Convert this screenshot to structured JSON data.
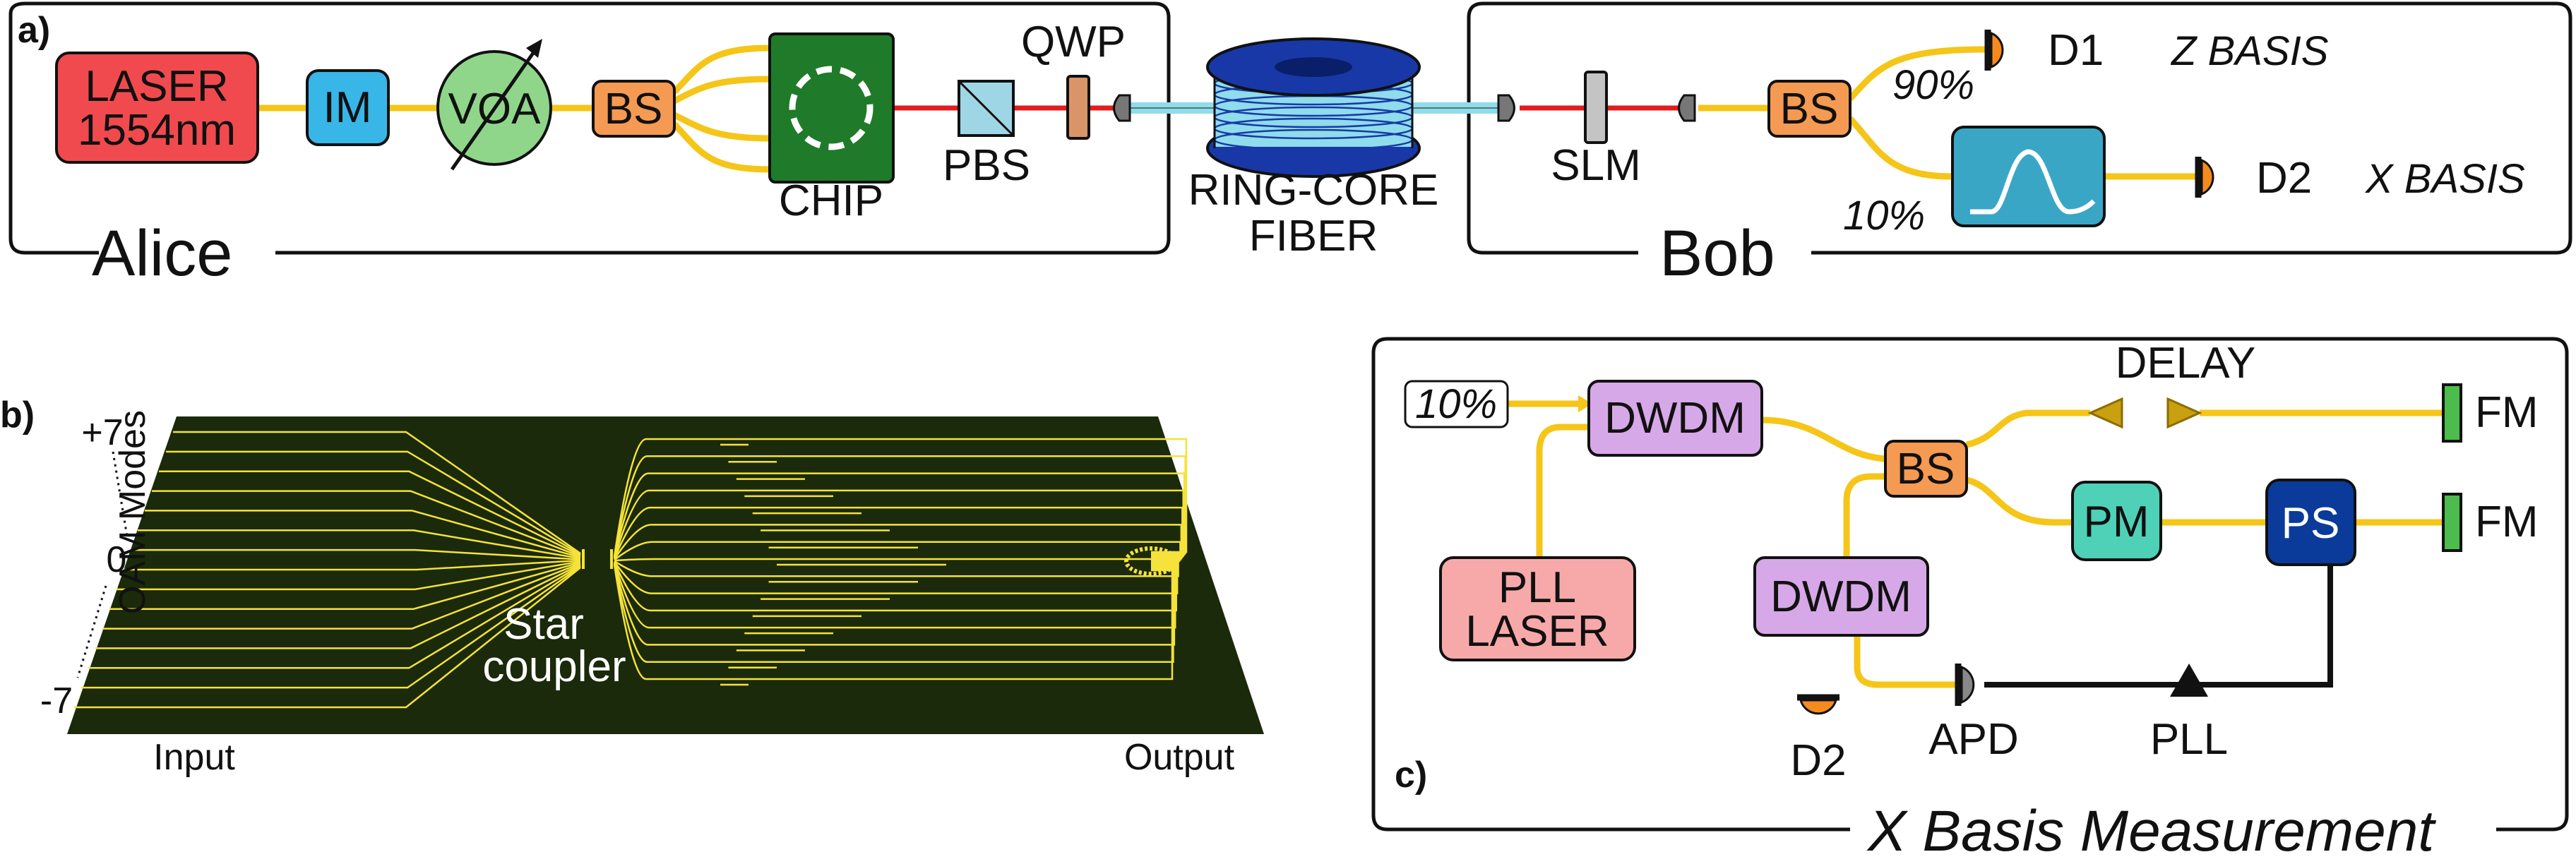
{
  "panels": {
    "a": {
      "tag": "a)",
      "alice": "Alice",
      "bob": "Bob",
      "laser_line1": "LASER",
      "laser_line2": "1554nm",
      "im": "IM",
      "voa": "VOA",
      "bs_alice": "BS",
      "chip": "CHIP",
      "pbs": "PBS",
      "qwp": "QWP",
      "fiber_line1": "RING-CORE",
      "fiber_line2": "FIBER",
      "slm": "SLM",
      "bs_bob": "BS",
      "pct_90": "90%",
      "pct_10": "10%",
      "d1": "D1",
      "d2": "D2",
      "z_basis": "Z BASIS",
      "x_basis": "X BASIS"
    },
    "b": {
      "tag": "b)",
      "ylabel": "OAM Modes",
      "tick_top": "+7",
      "tick_mid": "0",
      "tick_bot": "-7",
      "star_line1": "Star",
      "star_line2": "coupler",
      "input": "Input",
      "output": "Output"
    },
    "c": {
      "tag": "c)",
      "title": "X Basis Measurement",
      "pct_in": "10%",
      "dwdm_top": "DWDM",
      "dwdm_bot": "DWDM",
      "bs": "BS",
      "delay": "DELAY",
      "fm_top": "FM",
      "fm_bot": "FM",
      "pm": "PM",
      "ps": "PS",
      "pll_laser_line1": "PLL",
      "pll_laser_line2": "LASER",
      "d2": "D2",
      "apd": "APD",
      "pll": "PLL"
    }
  },
  "colors": {
    "fiber_yellow": "#f5c518",
    "beam_red": "#e31b1b",
    "laser_red": "#f04a4f",
    "im_blue": "#38b6e8",
    "voa_green": "#8fd68a",
    "bs_orange": "#f59a52",
    "chip_green": "#1f7a2a",
    "pbs_blue": "#9fd6e6",
    "qwp_tan": "#d9956a",
    "fiber_blue": "#1838a8",
    "fiber_light": "#8fdcea",
    "slm_gray": "#c4c4c4",
    "interferometer_teal": "#3aa6c6",
    "detector_orange": "#f58b1f",
    "dwdm_purple": "#d7a8e8",
    "pm_teal": "#4fd1b8",
    "ps_navy": "#0a3a9a",
    "fm_green": "#4cbc4c",
    "pll_pink": "#f7a9a9",
    "delay_gold": "#c8a010",
    "chip_bg": "#1a2a0a"
  },
  "icons": [
    "voa-arrow-icon",
    "detector-icon",
    "fiber-collimator-icon",
    "interferometer-curve-icon",
    "pll-triangle-icon",
    "delay-prism-icon"
  ]
}
